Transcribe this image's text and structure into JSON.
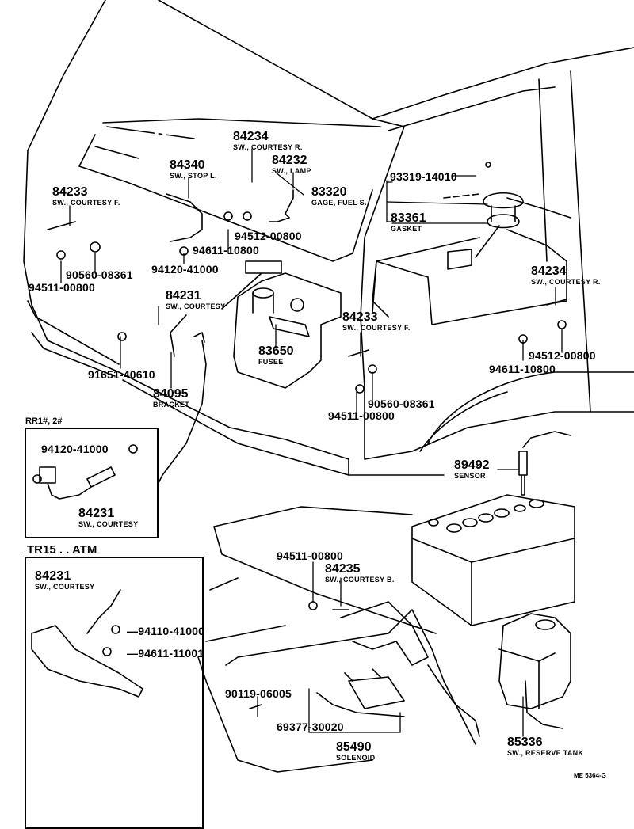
{
  "diagram": {
    "title_code": "ME 5364-G",
    "parts": [
      {
        "id": "p84234a",
        "number": "84234",
        "name": "SW., COURTESY R."
      },
      {
        "id": "p84340",
        "number": "84340",
        "name": "SW., STOP L."
      },
      {
        "id": "p84232",
        "number": "84232",
        "name": "SW., LAMP"
      },
      {
        "id": "p84233a",
        "number": "84233",
        "name": "SW., COURTESY F."
      },
      {
        "id": "p83320",
        "number": "83320",
        "name": "GAGE, FUEL S."
      },
      {
        "id": "p93319",
        "number": "93319-14010",
        "name": ""
      },
      {
        "id": "p83361",
        "number": "83361",
        "name": "GASKET"
      },
      {
        "id": "p94512a",
        "number": "94512-00800",
        "name": ""
      },
      {
        "id": "p94611a",
        "number": "94611-10800",
        "name": ""
      },
      {
        "id": "p90560a",
        "number": "90560-08361",
        "name": ""
      },
      {
        "id": "p94120a",
        "number": "94120-41000",
        "name": ""
      },
      {
        "id": "p94511a",
        "number": "94511-00800",
        "name": ""
      },
      {
        "id": "p84231a",
        "number": "84231",
        "name": "SW., COURTESY"
      },
      {
        "id": "p84234b",
        "number": "84234",
        "name": "SW., COURTESY R."
      },
      {
        "id": "p84233b",
        "number": "84233",
        "name": "SW., COURTESY F."
      },
      {
        "id": "p83650",
        "number": "83650",
        "name": "FUSEE"
      },
      {
        "id": "p91651",
        "number": "91651-40610",
        "name": ""
      },
      {
        "id": "p94512b",
        "number": "94512-00800",
        "name": ""
      },
      {
        "id": "p94611b",
        "number": "94611-10800",
        "name": ""
      },
      {
        "id": "p84095",
        "number": "84095",
        "name": "BRACKET"
      },
      {
        "id": "p90560b",
        "number": "90560-08361",
        "name": ""
      },
      {
        "id": "p94511b",
        "number": "94511-00800",
        "name": ""
      },
      {
        "id": "p89492",
        "number": "89492",
        "name": "SENSOR"
      },
      {
        "id": "p94511c",
        "number": "94511-00800",
        "name": ""
      },
      {
        "id": "p84235",
        "number": "84235",
        "name": "SW., COURTESY B."
      },
      {
        "id": "p90119",
        "number": "90119-06005",
        "name": ""
      },
      {
        "id": "p69377",
        "number": "69377-30020",
        "name": ""
      },
      {
        "id": "p85490",
        "number": "85490",
        "name": "SOLENOID"
      },
      {
        "id": "p85336",
        "number": "85336",
        "name": "SW., RESERVE TANK"
      }
    ],
    "inset_rr": {
      "header": "RR1#, 2#",
      "parts": [
        {
          "number": "94120-41000",
          "name": ""
        },
        {
          "number": "84231",
          "name": "SW., COURTESY"
        }
      ]
    },
    "inset_tr": {
      "header": "TR15 . . ATM",
      "parts": [
        {
          "number": "84231",
          "name": "SW., COURTESY"
        },
        {
          "number": "94110-41000",
          "name": ""
        },
        {
          "number": "94611-11001",
          "name": ""
        }
      ]
    }
  }
}
